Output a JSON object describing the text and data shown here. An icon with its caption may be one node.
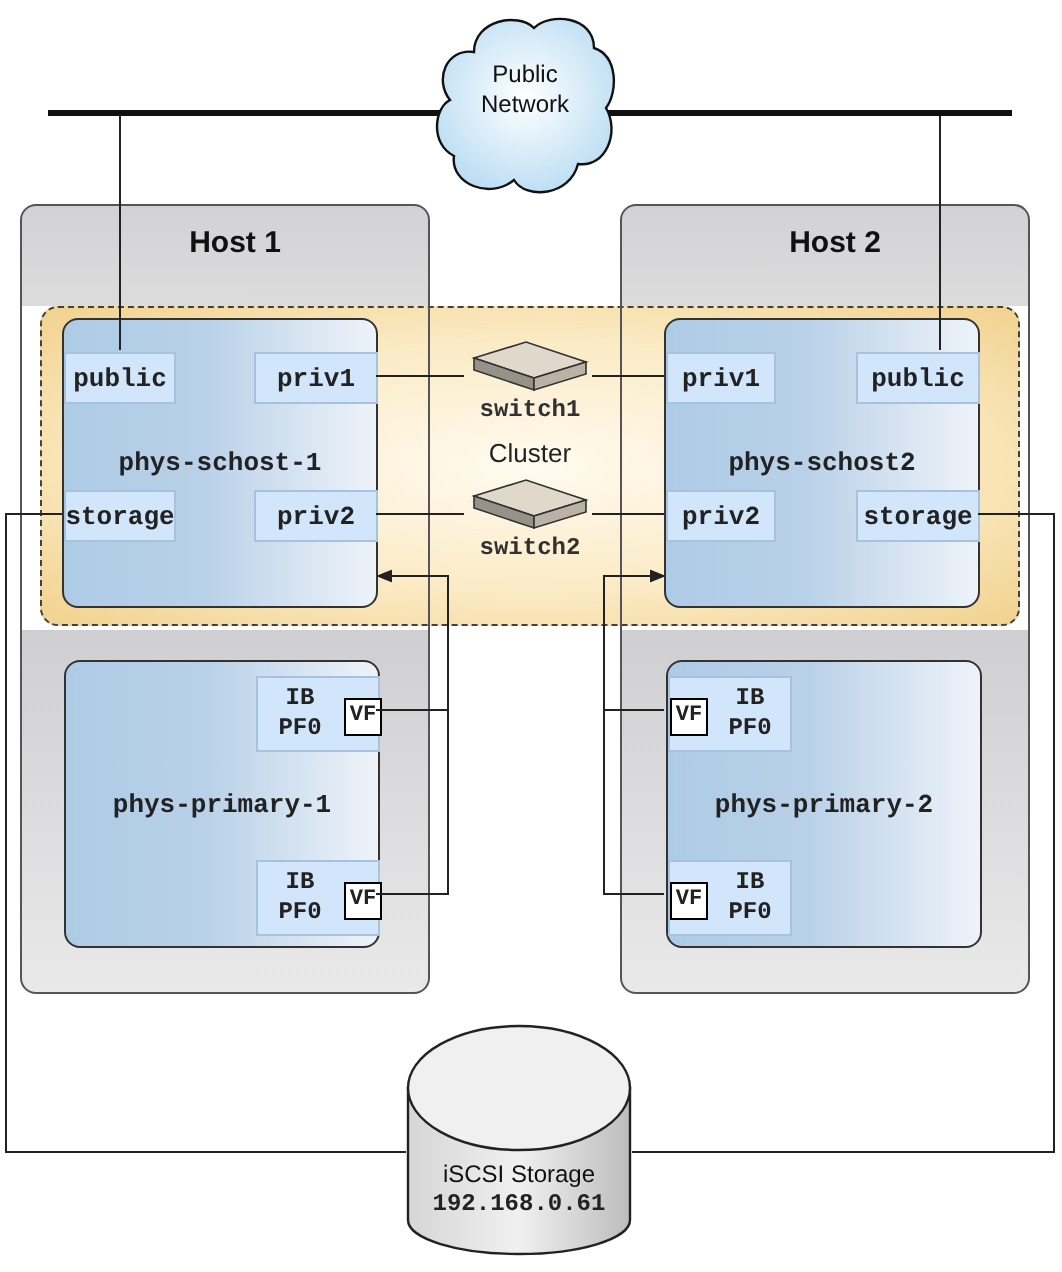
{
  "diagram": {
    "nodes": [
      {
        "text": [
          "Public Network"
        ]
      },
      {
        "text": [],
        "shape": "bar"
      },
      {
        "text": [
          "Host 1"
        ]
      },
      {
        "text": [
          "Host 2"
        ]
      },
      {
        "text": [
          "Cluster"
        ]
      },
      {
        "text": [
          "phys-schost-1"
        ]
      },
      {
        "text": [
          "public"
        ],
        "in": 5
      },
      {
        "text": [
          "priv1"
        ],
        "in": 5
      },
      {
        "text": [
          "storage"
        ],
        "in": 5
      },
      {
        "text": [
          "priv2"
        ],
        "in": 5
      },
      {
        "text": [
          "switch1"
        ],
        "in": 4
      },
      {
        "text": [
          "switch2"
        ],
        "in": 4
      },
      {
        "text": [
          "phys-schost2"
        ]
      },
      {
        "text": [
          "priv1"
        ],
        "in": 12
      },
      {
        "text": [
          "public"
        ],
        "in": 12
      },
      {
        "text": [
          "priv2"
        ],
        "in": 12
      },
      {
        "text": [
          "storage"
        ],
        "in": 12
      },
      {
        "text": [
          "phys-primary-1"
        ],
        "in": 2
      },
      {
        "text": [
          "IB PF0"
        ],
        "in": 17
      },
      {
        "text": [
          "VF"
        ],
        "in": 18
      },
      {
        "text": [
          "IB PF0"
        ],
        "in": 17
      },
      {
        "text": [
          "VF"
        ],
        "in": 20
      },
      {
        "text": [
          "phys-primary-2"
        ],
        "in": 3
      },
      {
        "text": [
          "IB PF0"
        ],
        "in": 22
      },
      {
        "text": [
          "VF"
        ],
        "in": 23
      },
      {
        "text": [
          "IB PF0"
        ],
        "in": 22
      },
      {
        "text": [
          "VF"
        ],
        "in": 25
      },
      {
        "text": [
          "iSCSI Storage",
          "192.168.0.61"
        ]
      }
    ],
    "edges": [
      {
        "from": 1,
        "to": 6,
        "arrow": "none"
      },
      {
        "from": 1,
        "to": 14,
        "arrow": "none"
      },
      {
        "from": 7,
        "to": 10,
        "arrow": "none"
      },
      {
        "from": 10,
        "to": 13,
        "arrow": "none"
      },
      {
        "from": 9,
        "to": 11,
        "arrow": "none"
      },
      {
        "from": 11,
        "to": 15,
        "arrow": "none"
      },
      {
        "from": 8,
        "to": 27,
        "arrow": "none"
      },
      {
        "from": 16,
        "to": 27,
        "arrow": "none"
      },
      {
        "from": 19,
        "to": 5,
        "arrow": "to"
      },
      {
        "from": 21,
        "to": 5,
        "arrow": "to"
      },
      {
        "from": 24,
        "to": 12,
        "arrow": "to"
      },
      {
        "from": 26,
        "to": 12,
        "arrow": "to"
      }
    ]
  }
}
